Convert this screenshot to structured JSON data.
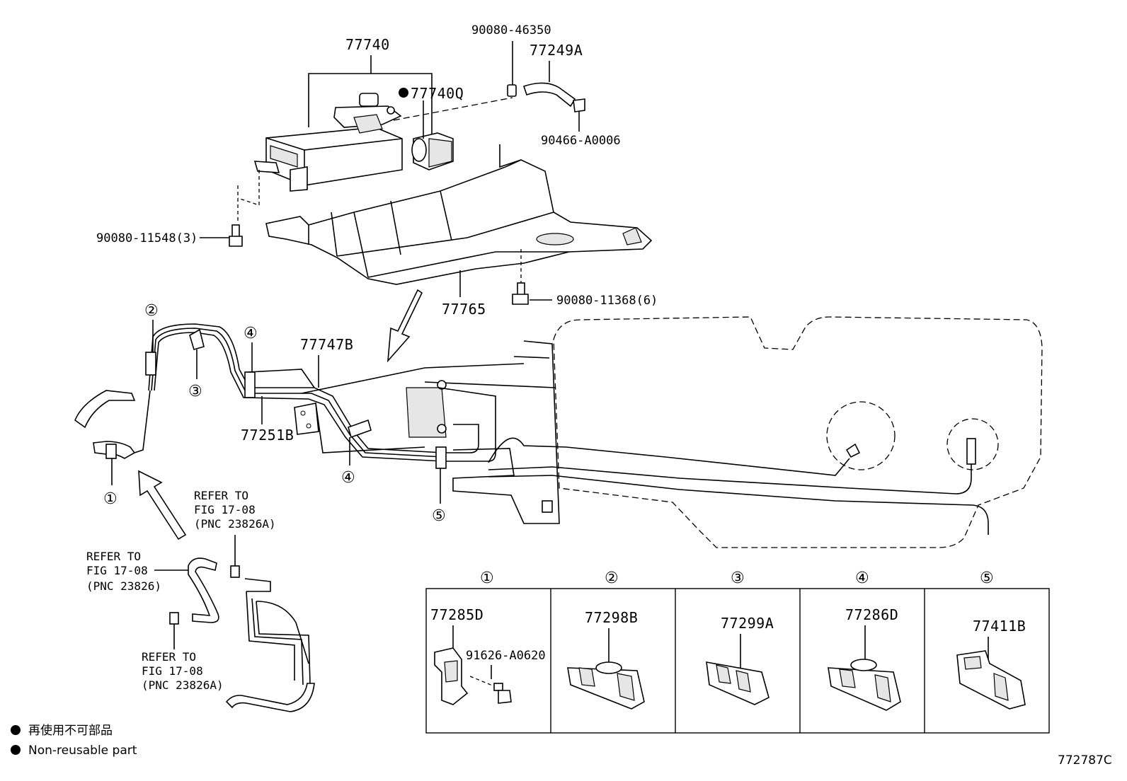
{
  "callouts": {
    "canister": "77740",
    "canister_nonreusable": "77740Q",
    "bolt_46350": "90080-46350",
    "hose_249a": "77249A",
    "clip_a0006": "90466-A0006",
    "bolt_11548": "90080-11548(3)",
    "protector": "77765",
    "bolt_11368": "90080-11368(6)",
    "tube_747b": "77747B",
    "tube_251b": "77251B"
  },
  "references": [
    {
      "line1": "REFER TO",
      "line2": "FIG 17-08",
      "line3": "(PNC 23826A)"
    },
    {
      "line1": "REFER TO",
      "line2": "FIG 17-08",
      "line3": "(PNC 23826)"
    },
    {
      "line1": "REFER TO",
      "line2": "FIG 17-08",
      "line3": "(PNC 23826A)"
    }
  ],
  "clamp_markers": [
    "①",
    "②",
    "③",
    "④",
    "⑤"
  ],
  "detail_table": {
    "headers": [
      "①",
      "②",
      "③",
      "④",
      "⑤"
    ],
    "cells": [
      {
        "part": "77285D",
        "sub": "91626-A0620"
      },
      {
        "part": "77298B"
      },
      {
        "part": "77299A"
      },
      {
        "part": "77286D"
      },
      {
        "part": "77411B"
      }
    ]
  },
  "legend": {
    "line_ja": "再使用不可部品",
    "line_en": "Non-reusable part"
  },
  "figure_id": "772787C"
}
